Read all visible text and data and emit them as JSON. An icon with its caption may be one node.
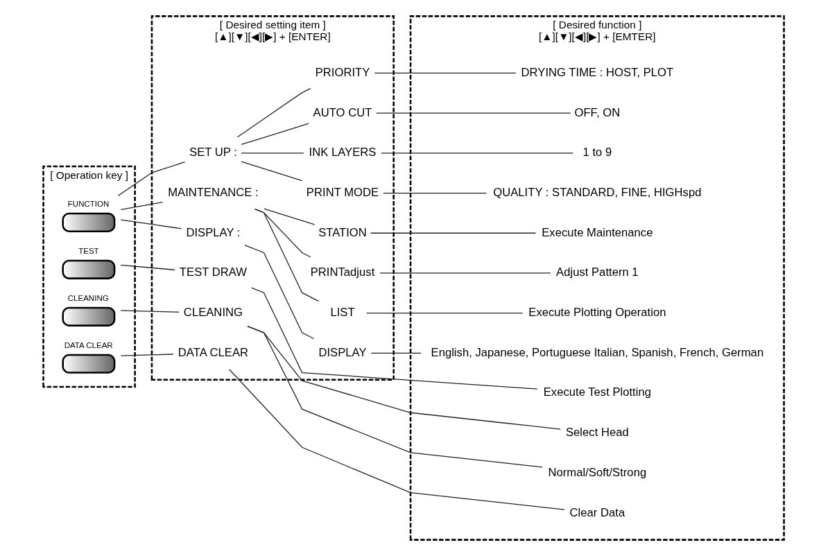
{
  "diagram": {
    "nodes": [
      {
        "text": [
          "[ Operation key ]"
        ]
      },
      {
        "text": [
          "TEST"
        ],
        "in": 0
      },
      {
        "text": [
          "CLEANING"
        ],
        "in": 0
      },
      {
        "text": [
          "DATA CLEAR"
        ],
        "in": 0
      },
      {
        "text": [
          "FUNCTION"
        ],
        "in": 0
      },
      {
        "text": [
          "[ Desired setting item ]",
          "[▲][▼][◀][▶] + [ENTER]"
        ]
      },
      {
        "text": [
          "TEST DRAW"
        ],
        "in": 5
      },
      {
        "text": [
          "CLEANING"
        ],
        "in": 5
      },
      {
        "text": [
          "DATA CLEAR"
        ],
        "in": 5
      },
      {
        "text": [
          "SET UP :"
        ],
        "in": 5
      },
      {
        "text": [
          "PRINT MODE"
        ],
        "in": 5
      },
      {
        "text": [
          "INK LAYERS"
        ],
        "in": 5
      },
      {
        "text": [
          "AUTO CUT"
        ],
        "in": 5
      },
      {
        "text": [
          "PRIORITY"
        ],
        "in": 5
      },
      {
        "text": [
          "MAINTENANCE :"
        ],
        "in": 5
      },
      {
        "text": [
          "LIST"
        ],
        "in": 5
      },
      {
        "text": [
          "PRINTadjust"
        ],
        "in": 5
      },
      {
        "text": [
          "STATION"
        ],
        "in": 5
      },
      {
        "text": [
          "DISPLAY :"
        ],
        "in": 5
      },
      {
        "text": [
          "DISPLAY"
        ],
        "in": 5
      },
      {
        "text": [
          "[ Desired function ]",
          "[▲][▼][◀][▶] + [EMTER]"
        ]
      },
      {
        "text": [
          "Execute Test Plotting"
        ],
        "in": 20
      },
      {
        "text": [
          "Select Head"
        ],
        "in": 20
      },
      {
        "text": [
          "Normal/Soft/Strong"
        ],
        "in": 20
      },
      {
        "text": [
          "Clear Data"
        ],
        "in": 20
      },
      {
        "text": [
          "QUALITY : STANDARD, FINE, HIGHspd"
        ],
        "in": 20
      },
      {
        "text": [
          "1 to 9"
        ],
        "in": 20
      },
      {
        "text": [
          "OFF, ON"
        ],
        "in": 20
      },
      {
        "text": [
          "DRYING TIME : HOST, PLOT"
        ],
        "in": 20
      },
      {
        "text": [
          "Execute Plotting Operation"
        ],
        "in": 20
      },
      {
        "text": [
          "Adjust Pattern 1"
        ],
        "in": 20
      },
      {
        "text": [
          "Execute Maintenance"
        ],
        "in": 20
      },
      {
        "text": [
          "English, Japanese, Portuguese Italian, Spanish, French, German"
        ],
        "in": 20
      }
    ],
    "edges": [
      {
        "from": 1,
        "to": 6,
        "arrow": "none"
      },
      {
        "from": 2,
        "to": 7,
        "arrow": "none"
      },
      {
        "from": 3,
        "to": 8,
        "arrow": "none"
      },
      {
        "from": 4,
        "to": 9,
        "arrow": "none"
      },
      {
        "from": 4,
        "to": 14,
        "arrow": "none"
      },
      {
        "from": 4,
        "to": 18,
        "arrow": "none"
      },
      {
        "from": 9,
        "to": 10,
        "arrow": "none"
      },
      {
        "from": 9,
        "to": 11,
        "arrow": "none"
      },
      {
        "from": 9,
        "to": 12,
        "arrow": "none"
      },
      {
        "from": 9,
        "to": 13,
        "arrow": "none"
      },
      {
        "from": 14,
        "to": 15,
        "arrow": "none"
      },
      {
        "from": 14,
        "to": 16,
        "arrow": "none"
      },
      {
        "from": 14,
        "to": 17,
        "arrow": "none"
      },
      {
        "from": 18,
        "to": 19,
        "arrow": "none"
      },
      {
        "from": 6,
        "to": 21,
        "arrow": "none"
      },
      {
        "from": 7,
        "to": 22,
        "arrow": "none"
      },
      {
        "from": 7,
        "to": 23,
        "arrow": "none"
      },
      {
        "from": 8,
        "to": 24,
        "arrow": "none"
      },
      {
        "from": 10,
        "to": 25,
        "arrow": "none"
      },
      {
        "from": 11,
        "to": 26,
        "arrow": "none"
      },
      {
        "from": 12,
        "to": 27,
        "arrow": "none"
      },
      {
        "from": 13,
        "to": 28,
        "arrow": "none"
      },
      {
        "from": 15,
        "to": 29,
        "arrow": "none"
      },
      {
        "from": 16,
        "to": 30,
        "arrow": "none"
      },
      {
        "from": 17,
        "to": 31,
        "arrow": "none"
      },
      {
        "from": 19,
        "to": 32,
        "arrow": "none"
      }
    ]
  }
}
